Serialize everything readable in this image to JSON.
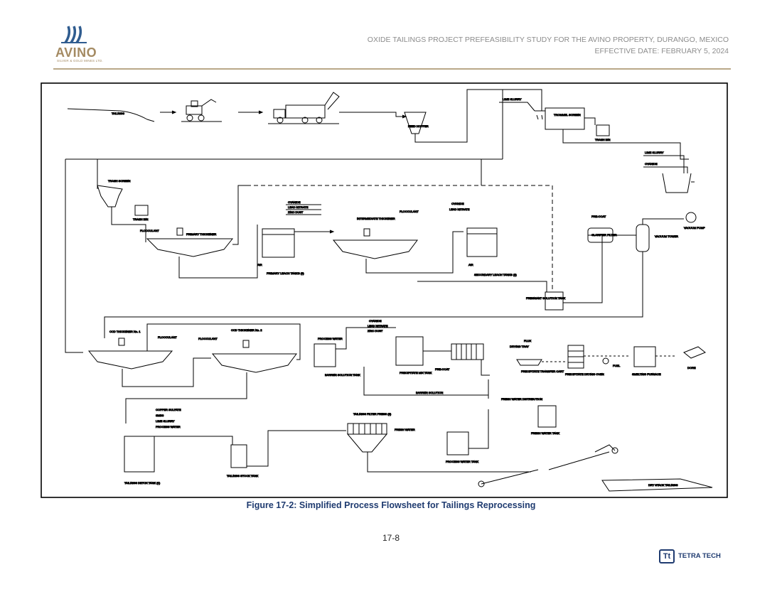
{
  "header": {
    "company": "AVINO",
    "company_subtitle": "SILVER & GOLD MINES LTD.",
    "title_line1": "OXIDE TAILINGS PROJECT PREFEASIBILITY STUDY FOR THE AVINO PROPERTY, DURANGO, MEXICO",
    "title_line2": "EFFECTIVE DATE: FEBRUARY 5, 2024"
  },
  "figure": {
    "caption": "Figure 17-2: Simplified Process Flowsheet for Tailings Reprocessing",
    "labels": {
      "tailings": "TAILINGS",
      "feed_hopper": "FEED HOPPER",
      "lime_slurry": "LIME SLURRY",
      "trommel_screen": "TROMMEL SCREEN",
      "trash_bin": "TRASH BIN",
      "cyanide": "CYANIDE",
      "lead_nitrate": "LEAD NITRATE",
      "zinc_dust": "ZINC DUST",
      "flocculant": "FLOCCULANT",
      "trash_screen": "TRASH SCREEN",
      "primary_thickener": "PRIMARY THICKENER",
      "air": "AIR",
      "primary_leach_tanks": "PRIMARY LEACH TANKS (3)",
      "intermediate_thickener": "INTERMEDIATE THICKENER",
      "secondary_leach_tanks": "SECONDARY LEACH TANKS (2)",
      "pre_coat": "PRE-COAT",
      "clarifier_filter": "CLARIFIER FILTER",
      "vacuum_tower": "VACUUM TOWER",
      "vacuum_pump": "VACUUM PUMP",
      "pregnant_solution_tank": "PREGNANT SOLUTION TANK",
      "ccd_thickener_1": "CCD THICKENER No. 1",
      "ccd_thickener_2": "CCD THICKENER No. 2",
      "process_water": "PROCESS WATER",
      "barren_solution_tank": "BARREN SOLUTION TANK",
      "precipitate_mix_tank": "PRECIPITATE MIX TANK",
      "flux": "FLUX",
      "drying_tray": "DRYING TRAY",
      "precipitate_transfer_cart": "PRECIPITATE TRANSFER CART",
      "precipitate_drying_oven": "PRECIPITATE DRYING OVEN",
      "fuel": "FUEL",
      "smelting_furnace": "SMELTING FURNACE",
      "dore": "DORE",
      "barren_solution": "BARREN SOLUTION",
      "copper_sulfate": "COPPER SULFATE",
      "smbs": "SMBS",
      "tailings_detox_tank": "TAILINGS DETOX TANK (1)",
      "tailings_stock_tank": "TAILINGS STOCK TANK",
      "tailings_filter_press": "TAILINGS FILTER PRESS (2)",
      "fresh_water": "FRESH WATER",
      "fresh_water_distribution": "FRESH WATER DISTRIBUTION",
      "fresh_water_tank": "FRESH WATER TANK",
      "process_water_tank": "PROCESS WATER TANK",
      "dry_stack_tailings": "DRY STACK TAILINGS"
    }
  },
  "footer": {
    "page_number": "17-8",
    "partner": "TETRA TECH",
    "partner_mark": "Tt"
  },
  "colors": {
    "brand": "#a48a62",
    "caption": "#1f3b70",
    "header_text": "#8c8c8c"
  }
}
